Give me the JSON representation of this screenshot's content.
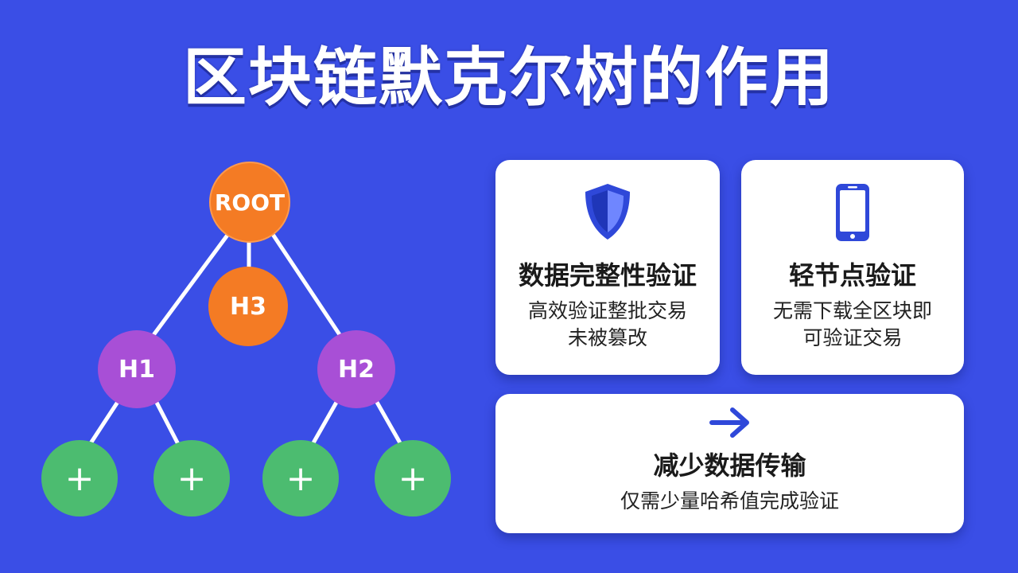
{
  "title": "区块链默克尔树的作用",
  "tree": {
    "root": "ROOT",
    "h3": "H3",
    "h1": "H1",
    "h2": "H2",
    "leaves": [
      "+",
      "+",
      "+",
      "+"
    ]
  },
  "cards": [
    {
      "icon": "shield-icon",
      "title": "数据完整性验证",
      "desc_lines": [
        "高效验证整批交易",
        "未被篡改"
      ]
    },
    {
      "icon": "smartphone-icon",
      "title": "轻节点验证",
      "desc_lines": [
        "无需下载全区块即",
        "可验证交易"
      ]
    },
    {
      "icon": "arrow-right-icon",
      "title": "减少数据传输",
      "desc_lines": [
        "仅需少量哈希值完成验证"
      ]
    }
  ],
  "colors": {
    "background": "#3a4ee6",
    "root_node": "#f47b24",
    "hash_node": "#a84fd6",
    "leaf_node": "#4cbc70",
    "icon_blue": "#2f48d9"
  }
}
